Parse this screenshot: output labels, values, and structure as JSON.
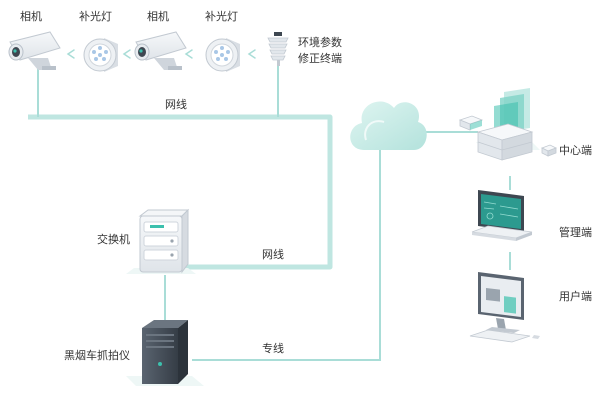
{
  "labels": {
    "camera_1": "相机",
    "fill_light_1": "补光灯",
    "camera_2": "相机",
    "fill_light_2": "补光灯",
    "env_terminal": "环境参数\n修正终端",
    "network_top": "网线",
    "switch": "交换机",
    "network_mid": "网线",
    "capture_device": "黑烟车抓拍仪",
    "dedicated_line": "专线",
    "center": "中心端",
    "management": "管理端",
    "user": "用户端"
  },
  "colors": {
    "line": "#a9ddd7",
    "thick_line": "#bfe6e1",
    "cloud": "#c9ece7",
    "device_body": "#eef1f4",
    "device_shade": "#d6dbe1",
    "accent": "#3cc0ad",
    "dark_server": "#3e4751",
    "screen_teal": "#2c9a8f",
    "text": "#333333"
  }
}
